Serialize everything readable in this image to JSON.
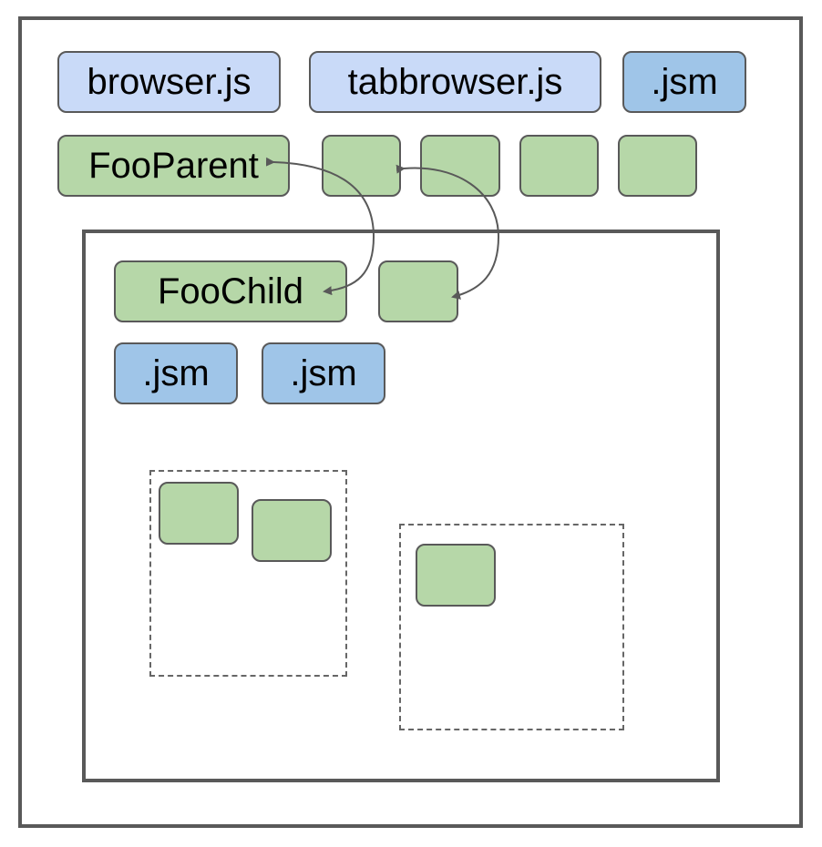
{
  "labels": {
    "browser": "browser.js",
    "tabbrowser": "tabbrowser.js",
    "jsm_top": ".jsm",
    "foo_parent": "FooParent",
    "foo_child": "FooChild",
    "jsm_child_1": ".jsm",
    "jsm_child_2": ".jsm"
  },
  "colors": {
    "light_blue": "#c9daf8",
    "blue": "#9fc5e8",
    "green": "#b6d7a8",
    "border": "#595959"
  }
}
